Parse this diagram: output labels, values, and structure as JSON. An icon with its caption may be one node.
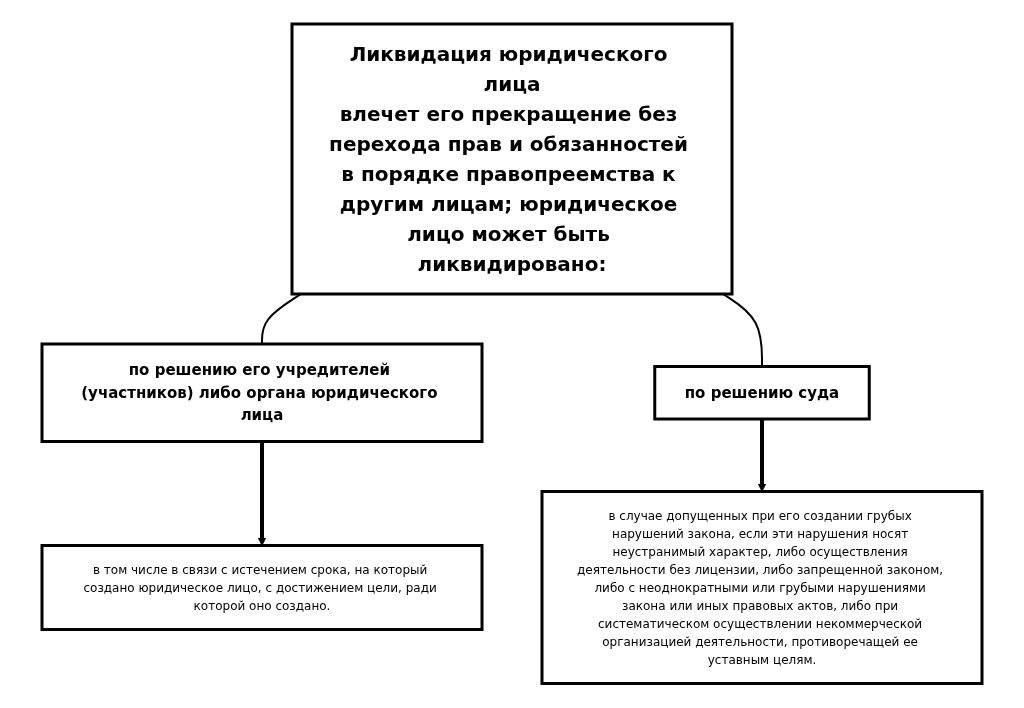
{
  "diagram": {
    "nodes": [
      {
        "text": [
          "Ликвидация юридического лица",
          "влечет его прекращение без перехода прав и обязанностей в порядке правопреемства к другим лицам; юридическое лицо может быть ликвидировано:"
        ]
      },
      {
        "text": [
          "по решению его учредителей (участников) либо органа юридического лица"
        ]
      },
      {
        "text": [
          "по решению суда"
        ]
      },
      {
        "text": [
          "в том числе в связи с истечением срока, на который создано юридическое лицо, с достижением цели, ради которой оно создано."
        ]
      },
      {
        "text": [
          "в случае допущенных при его создании грубых нарушений закона, если эти нарушения носят неустранимый характер, либо осуществления деятельности без лицензии, либо запрещенной законом, либо с неоднократными или грубыми нарушениями закона или иных правовых актов, либо при систематическом осуществлении некоммерческой организацией деятельности, противоречащей ее уставным целям."
        ]
      }
    ],
    "edges": [
      {
        "from": 0,
        "to": 1,
        "arrow": "none"
      },
      {
        "from": 0,
        "to": 2,
        "arrow": "none"
      },
      {
        "from": 1,
        "to": 3,
        "arrow": "to",
        "style": "thick"
      },
      {
        "from": 2,
        "to": 4,
        "arrow": "to",
        "style": "thick"
      }
    ]
  }
}
